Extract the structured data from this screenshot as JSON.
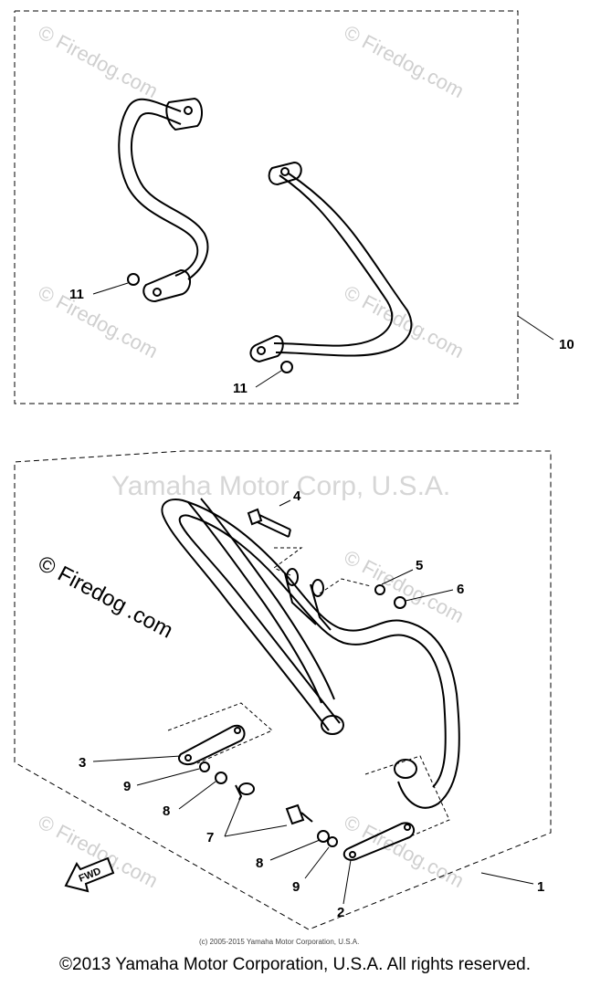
{
  "watermarks": {
    "site": "© Firedog.com",
    "site_split_a": "© Firedog",
    "site_split_b": ".com",
    "corp": "Yamaha Motor Corp, U.S.A."
  },
  "callouts": {
    "c1": "1",
    "c2": "2",
    "c3": "3",
    "c4": "4",
    "c5": "5",
    "c6": "6",
    "c7": "7",
    "c8a": "8",
    "c8b": "8",
    "c9a": "9",
    "c9b": "9",
    "c10": "10",
    "c11a": "11",
    "c11b": "11"
  },
  "direction_label": "FWD",
  "small_copyright": "(c) 2005-2015 Yamaha Motor Corporation, U.S.A.",
  "footer_copyright": "©2013 Yamaha Motor Corporation, U.S.A. All rights reserved."
}
